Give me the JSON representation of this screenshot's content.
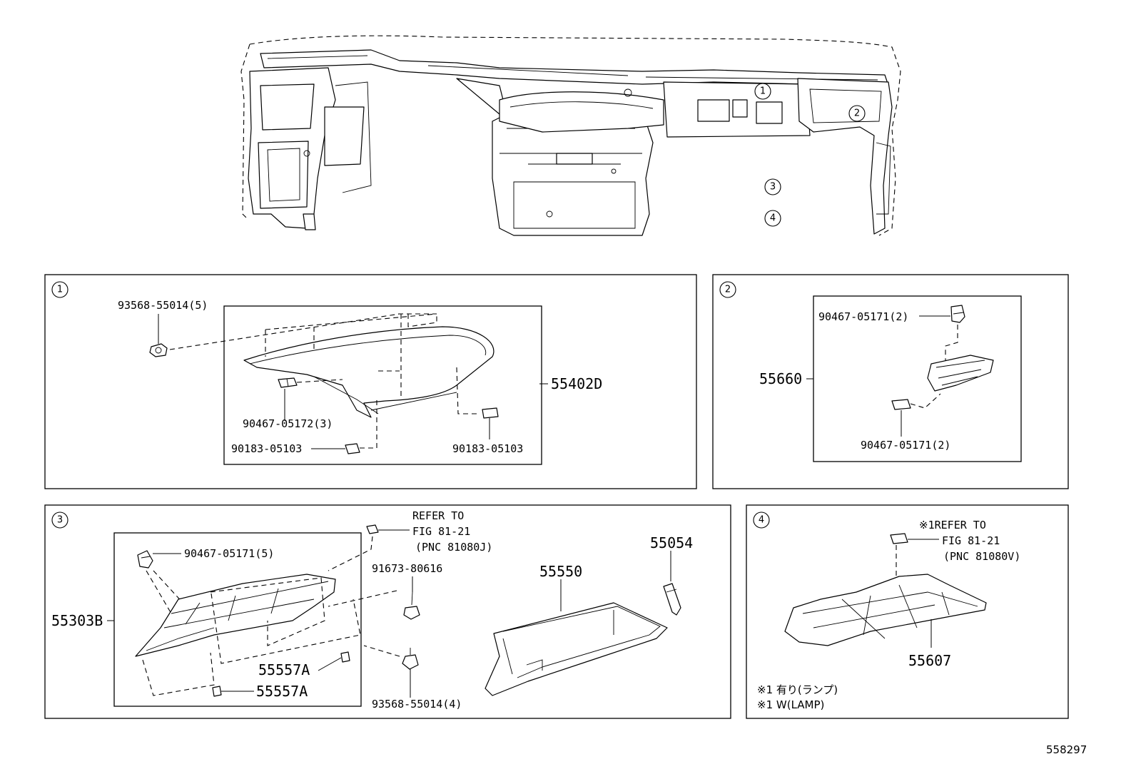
{
  "dashboard_callouts": [
    "1",
    "2",
    "3",
    "4"
  ],
  "panels": [
    {
      "id": "1",
      "labels": [
        "93568-55014(5)",
        "55402D",
        "90467-05172(3)",
        "90183-05103",
        "90183-05103"
      ]
    },
    {
      "id": "2",
      "labels": [
        "90467-05171(2)",
        "55660",
        "90467-05171(2)"
      ]
    },
    {
      "id": "3",
      "labels": [
        "REFER TO",
        "FIG 81-21",
        "(PNC 81080J)",
        "90467-05171(5)",
        "91673-80616",
        "55054",
        "55550",
        "55303B",
        "55557A",
        "55557A",
        "93568-55014(4)"
      ]
    },
    {
      "id": "4",
      "labels": [
        "※1REFER TO",
        "FIG 81-21",
        "(PNC 81080V)",
        "55607"
      ],
      "notes": [
        "※1 有り(ランプ)",
        "※1 W(LAMP)"
      ]
    }
  ],
  "figure_id": "558297"
}
